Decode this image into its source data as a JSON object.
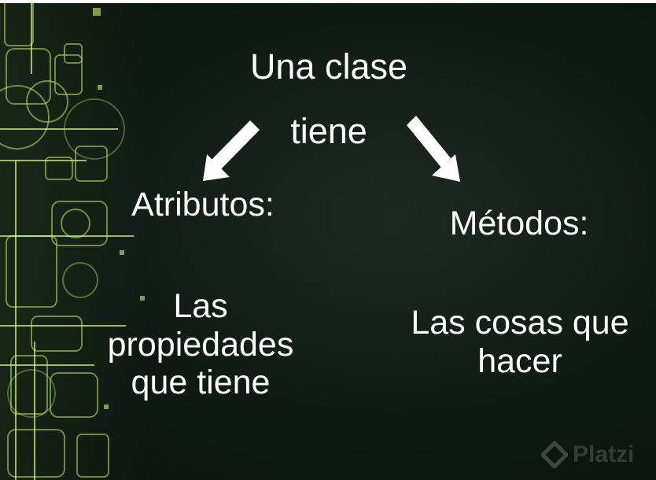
{
  "slide": {
    "title_line1": "Una clase",
    "title_line2": "tiene",
    "left_label": "Atributos:",
    "left_description": "Las propiedades que tiene",
    "right_label": "Métodos:",
    "right_description": "Las cosas que hacer"
  },
  "watermark": {
    "text": "Platzi",
    "icon": "platzi-logo-icon"
  },
  "colors": {
    "background": "#0f1a14",
    "text": "#ffffff",
    "decor": "#a8d84a"
  }
}
